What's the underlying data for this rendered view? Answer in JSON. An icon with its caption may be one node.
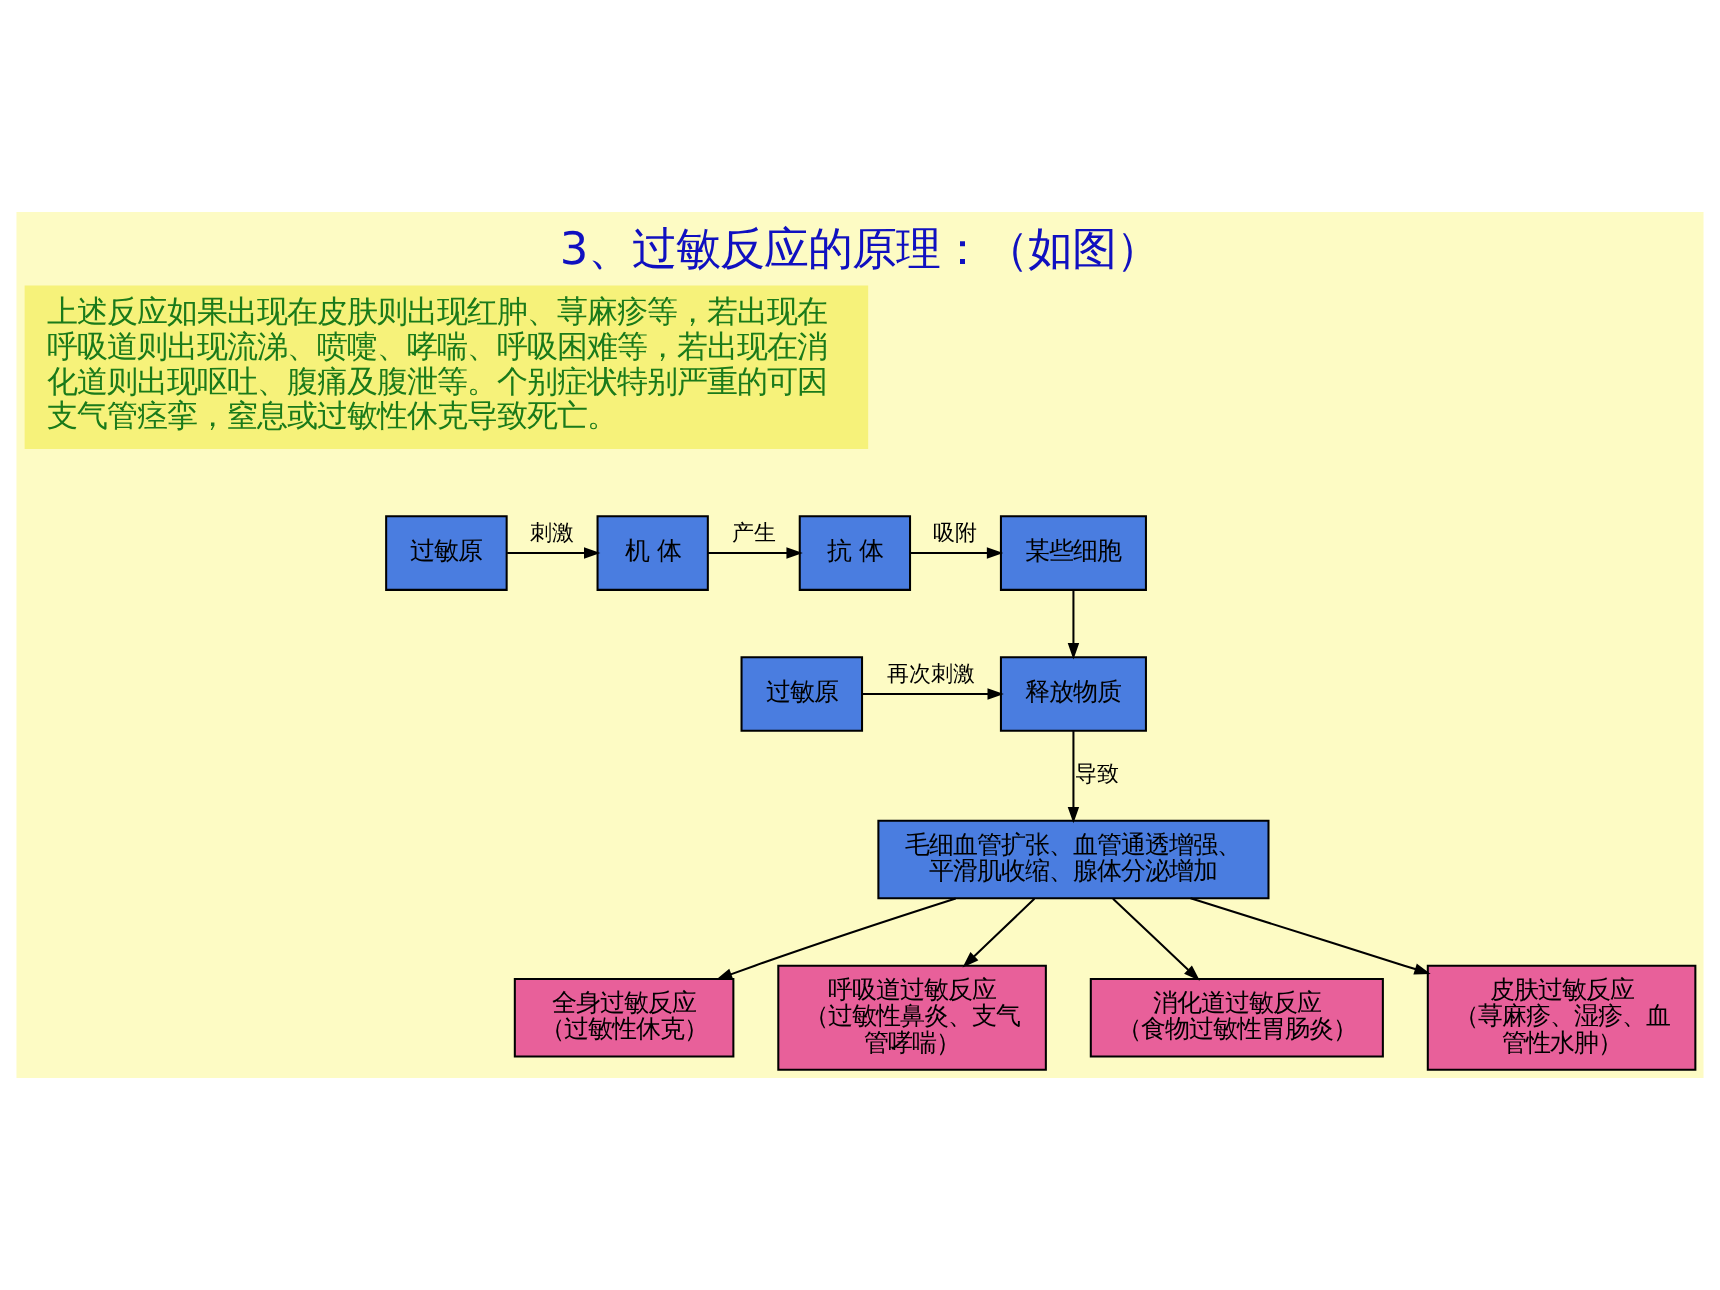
{
  "diagram": {
    "title": "3、过敏反应的原理：（如图）",
    "nodes": [
      {
        "text": [
          "过敏原"
        ]
      },
      {
        "text": [
          "机 体"
        ]
      },
      {
        "text": [
          "抗 体"
        ]
      },
      {
        "text": [
          "某些细胞"
        ]
      },
      {
        "text": [
          "过敏原"
        ]
      },
      {
        "text": [
          "释放物质"
        ]
      },
      {
        "text": [
          "毛细血管扩张、血管通透增强、平滑肌收缩、腺体分泌增加"
        ]
      },
      {
        "text": [
          "全身过敏反应",
          "（过敏性休克）"
        ]
      },
      {
        "text": [
          "呼吸道过敏反应",
          "（过敏性鼻炎、支气管哮喘）"
        ]
      },
      {
        "text": [
          "消化道过敏反应",
          "（食物过敏性胃肠炎）"
        ]
      },
      {
        "text": [
          "皮肤过敏反应",
          "（荨麻疹、湿疹、血管性水肿）"
        ]
      }
    ],
    "edges": [
      {
        "from": 0,
        "to": 1,
        "arrow": "to",
        "label": "刺激"
      },
      {
        "from": 1,
        "to": 2,
        "arrow": "to",
        "label": "产生"
      },
      {
        "from": 2,
        "to": 3,
        "arrow": "to",
        "label": "吸附"
      },
      {
        "from": 3,
        "to": 5,
        "arrow": "to"
      },
      {
        "from": 4,
        "to": 5,
        "arrow": "to",
        "label": "再次刺激"
      },
      {
        "from": 5,
        "to": 6,
        "arrow": "to",
        "label": "导致"
      },
      {
        "from": 6,
        "to": 7,
        "arrow": "to"
      },
      {
        "from": 6,
        "to": 8,
        "arrow": "to"
      },
      {
        "from": 6,
        "to": 9,
        "arrow": "to"
      },
      {
        "from": 6,
        "to": 10,
        "arrow": "to"
      }
    ],
    "labels": [
      "上述反应如果出现在皮肤则出现红肿、荨麻疹等，若出现在呼吸道则出现流涕、喷嚏、哮喘、呼吸困难等，若出现在消化道则出现呕吐、腹痛及腹泄等。个别症状特别严重的可因支气管痉挛，窒息或过敏性休克导致死亡。"
    ]
  }
}
